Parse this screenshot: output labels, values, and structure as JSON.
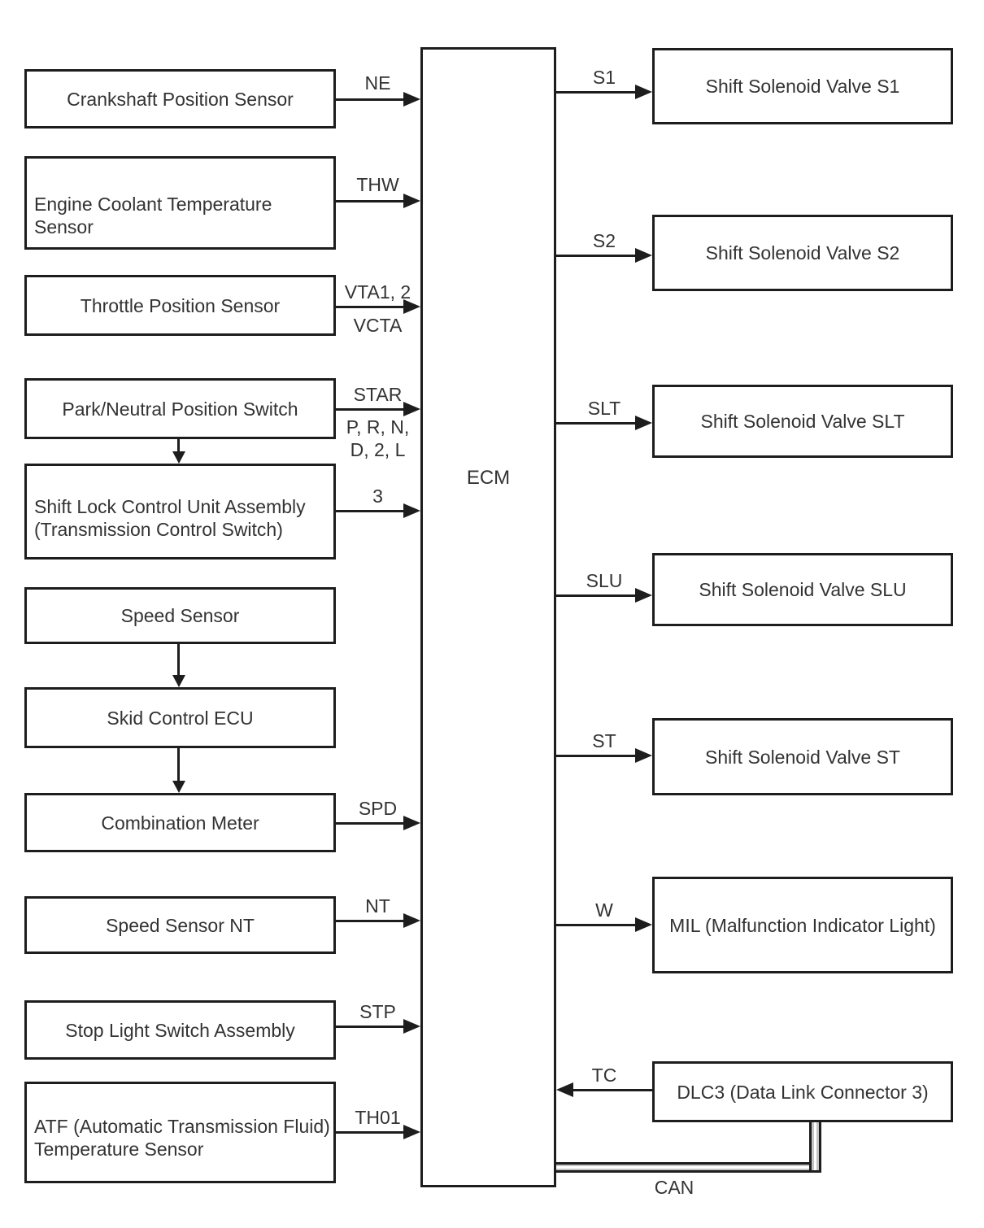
{
  "diagram": {
    "ecm": {
      "label": "ECM"
    },
    "inputs": [
      {
        "device": "Crankshaft Position Sensor",
        "signal": "NE"
      },
      {
        "device": "Engine Coolant Temperature\nSensor",
        "signal": "THW"
      },
      {
        "device": "Throttle Position Sensor",
        "signal_above": "VTA1, 2",
        "signal_below": "VCTA"
      },
      {
        "device": "Park/Neutral Position Switch",
        "signal_above": "STAR",
        "signal_below": "P, R, N,\nD, 2, L"
      },
      {
        "device": "Shift Lock Control Unit Assembly\n(Transmission Control Switch)",
        "signal": "3"
      },
      {
        "device": "Speed Sensor"
      },
      {
        "device": "Skid Control ECU"
      },
      {
        "device": "Combination Meter",
        "signal": "SPD"
      },
      {
        "device": "Speed Sensor NT",
        "signal": "NT"
      },
      {
        "device": "Stop Light Switch Assembly",
        "signal": "STP"
      },
      {
        "device": "ATF (Automatic Transmission Fluid)\nTemperature Sensor",
        "signal": "TH01"
      }
    ],
    "outputs": [
      {
        "device": "Shift Solenoid Valve S1",
        "signal": "S1"
      },
      {
        "device": "Shift Solenoid Valve S2",
        "signal": "S2"
      },
      {
        "device": "Shift Solenoid Valve SLT",
        "signal": "SLT"
      },
      {
        "device": "Shift Solenoid Valve SLU",
        "signal": "SLU"
      },
      {
        "device": "Shift Solenoid Valve ST",
        "signal": "ST"
      },
      {
        "device": "MIL (Malfunction Indicator Light)",
        "signal": "W"
      }
    ],
    "datalink": {
      "device": "DLC3 (Data Link Connector 3)",
      "signal": "TC",
      "bus_label": "CAN"
    }
  }
}
